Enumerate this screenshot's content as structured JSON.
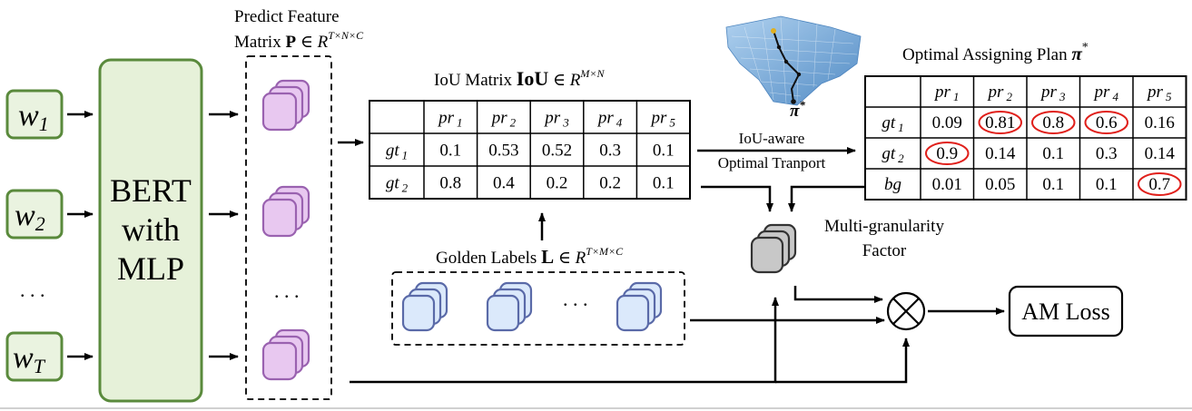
{
  "inputs": {
    "w1": {
      "base": "w",
      "sub": "1"
    },
    "w2": {
      "base": "w",
      "sub": "2"
    },
    "wT": {
      "base": "w",
      "sub": "T"
    },
    "ellipsis": ". . ."
  },
  "encoder": {
    "line1": "BERT",
    "line2": "with",
    "line3": "MLP"
  },
  "predict": {
    "line1": "Predict Feature",
    "line2_prefix": "Matrix ",
    "line2_symbol": "P",
    "line2_in": " ∈ R",
    "line2_sup": "T×N×C",
    "ellipsis": ". . ."
  },
  "iou": {
    "title_prefix": "IoU Matrix ",
    "title_symbol": "IoU",
    "title_in": " ∈ R",
    "title_sup": "M×N",
    "columns": [
      "pr",
      "pr",
      "pr",
      "pr",
      "pr"
    ],
    "column_subs": [
      "1",
      "2",
      "3",
      "4",
      "5"
    ],
    "rows": [
      {
        "label": "gt",
        "sub": "1",
        "values": [
          "0.1",
          "0.53",
          "0.52",
          "0.3",
          "0.1"
        ]
      },
      {
        "label": "gt",
        "sub": "2",
        "values": [
          "0.8",
          "0.4",
          "0.2",
          "0.2",
          "0.1"
        ]
      }
    ]
  },
  "golden": {
    "prefix": "Golden Labels ",
    "symbol": "L",
    "in": " ∈ R",
    "sup": "T×M×C",
    "ellipsis": ". . ."
  },
  "ot": {
    "line1": "IoU-aware",
    "line2": "Optimal Tranport",
    "pi_label": "π",
    "pi_sup": "*"
  },
  "plan": {
    "title": "Optimal Assigning Plan ",
    "title_symbol": "π",
    "title_sup": "*",
    "columns": [
      "pr",
      "pr",
      "pr",
      "pr",
      "pr"
    ],
    "column_subs": [
      "1",
      "2",
      "3",
      "4",
      "5"
    ],
    "rows": [
      {
        "label": "gt",
        "sub": "1",
        "values": [
          "0.09",
          "0.81",
          "0.8",
          "0.6",
          "0.16"
        ],
        "circled": [
          false,
          true,
          true,
          true,
          false
        ]
      },
      {
        "label": "gt",
        "sub": "2",
        "values": [
          "0.9",
          "0.14",
          "0.1",
          "0.3",
          "0.14"
        ],
        "circled": [
          true,
          false,
          false,
          false,
          false
        ]
      },
      {
        "label": "bg",
        "sub": "",
        "values": [
          "0.01",
          "0.05",
          "0.1",
          "0.1",
          "0.7"
        ],
        "circled": [
          false,
          false,
          false,
          false,
          true
        ]
      }
    ],
    "circle_color": "#e0201b"
  },
  "factor": {
    "line1": "Multi-granularity",
    "line2": "Factor"
  },
  "loss": {
    "label": "AM Loss",
    "op": "⊗"
  },
  "colors": {
    "input_fill": "#eaf3e0",
    "input_stroke": "#5a8a3c",
    "encoder_fill": "#e6f1d9",
    "encoder_stroke": "#5a8a3c",
    "purple_fill": "#e8c8f0",
    "purple_stroke": "#9a62b0",
    "blue_fill": "#dbe9fb",
    "blue_stroke": "#5a6aa8",
    "gray_fill": "#c8c8c8",
    "gray_stroke": "#333333",
    "surface": "#5b9bd5",
    "path": "#222222"
  }
}
